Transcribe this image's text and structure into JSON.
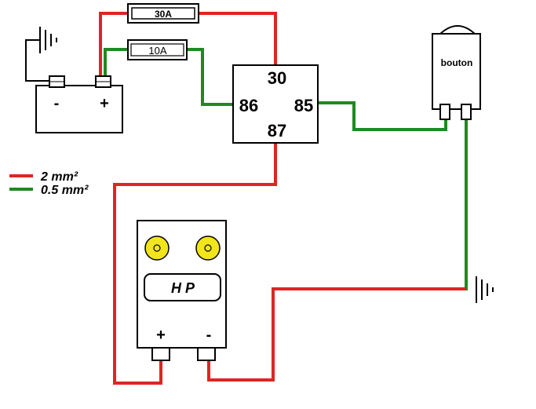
{
  "fuses": {
    "main": "30A",
    "control": "10A"
  },
  "battery": {
    "minus": "-",
    "plus": "+"
  },
  "relay": {
    "pin30": "30",
    "pin86": "86",
    "pin85": "85",
    "pin87": "87"
  },
  "switch": {
    "label": "bouton"
  },
  "legend": {
    "thick": "2 mm²",
    "thin": "0.5 mm²"
  },
  "horn": {
    "label": "H P",
    "plus": "+",
    "minus": "-"
  },
  "colors": {
    "red_wire": "#e02424",
    "green_wire": "#1f8a1f",
    "speaker_yellow": "#f2e51a"
  }
}
